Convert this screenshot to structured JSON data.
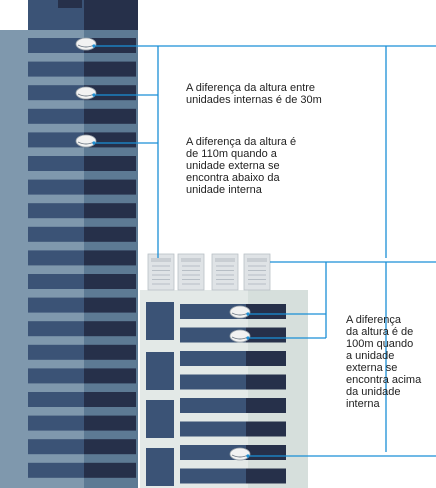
{
  "colors": {
    "tower_light": "#7f98ad",
    "tower_dark": "#5d7a94",
    "window_light": "#3b5376",
    "window_dark": "#26304a",
    "low_building": "#e3e9e7",
    "low_building_right": "#d6dfdc",
    "line": "#1b8fd6",
    "outdoor_unit": "#dfe3e6",
    "indoor_unit": "#f2f2f2"
  },
  "icons": {
    "indoor_unit": "ceiling-cassette-indoor-unit-icon",
    "outdoor_unit": "vrf-outdoor-unit-icon"
  },
  "labels": {
    "indoor_difference": "A diferença da altura entre\nunidades internas é de 30m",
    "outdoor_below": "A diferença da altura é\nde 110m quando a\nunidade externa se\nencontra abaixo da\nunidade interna",
    "outdoor_above": "A diferença\nda altura é de\n100m quando\na unidade\nexterna se\nencontra acima\nda unidade\ninterna"
  }
}
